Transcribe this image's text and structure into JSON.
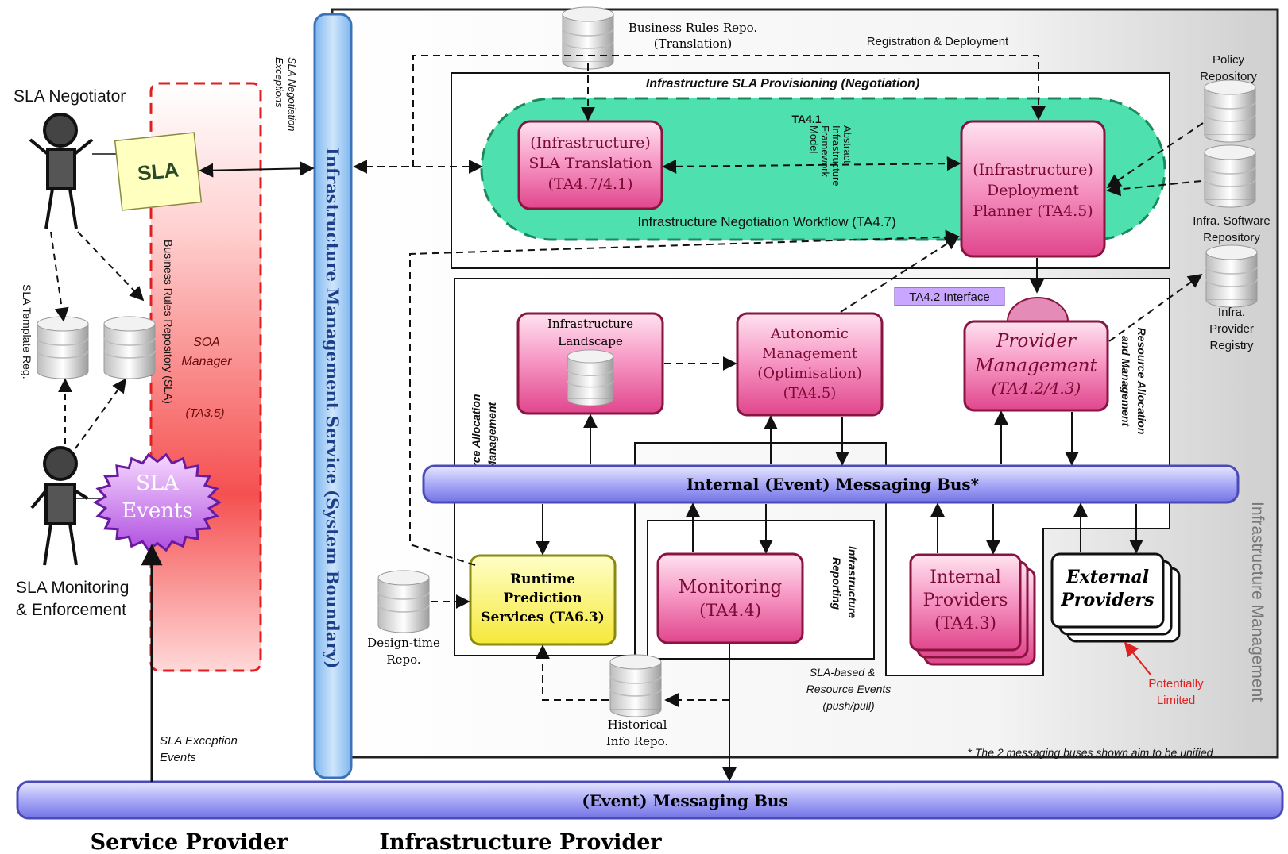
{
  "actors": {
    "negotiator": "SLA Negotiator",
    "monitoring_line1": "SLA Monitoring",
    "monitoring_line2": "& Enforcement"
  },
  "service_side": {
    "sla_note": "SLA",
    "sla_events_line1": "SLA",
    "sla_events_line2": "Events",
    "soa_manager_line1": "SOA",
    "soa_manager_line2": "Manager",
    "soa_manager_id": "(TA3.5)",
    "business_rules_repo_sla": "Business Rules Repository (SLA)",
    "sla_template_reg": "SLA Template Reg.",
    "sla_negotiation_exceptions_line1": "SLA Negotiation",
    "sla_negotiation_exceptions_line2": "Exceptions",
    "sla_exception_events_line1": "SLA Exception",
    "sla_exception_events_line2": "Events"
  },
  "boundary": {
    "ims_label": "Infrastructure Management Service (System Boundary)",
    "infra_management": "Infrastructure Management"
  },
  "top": {
    "business_rules_line1": "Business Rules Repo.",
    "business_rules_line2": "(Translation)",
    "registration_deployment": "Registration & Deployment",
    "provisioning_title": "Infrastructure SLA Provisioning (Negotiation)",
    "sla_translation_line1": "(Infrastructure)",
    "sla_translation_line2": "SLA Translation",
    "sla_translation_line3": "(TA4.7/4.1)",
    "ta41_line1": "TA4.1",
    "ta41_line2": "Abstract",
    "ta41_line3": "Infrastructure",
    "ta41_line4": "Framework",
    "ta41_line5": "Model",
    "deployment_line1": "(Infrastructure)",
    "deployment_line2": "Deployment",
    "deployment_line3": "Planner (TA4.5)",
    "negotiation_workflow": "Infrastructure Negotiation Workflow (TA4.7)"
  },
  "repos": {
    "policy_line1": "Policy",
    "policy_line2": "Repository",
    "software_line1": "Infra. Software",
    "software_line2": "Repository",
    "provider_registry_line1": "Infra.",
    "provider_registry_line2": "Provider",
    "provider_registry_line3": "Registry",
    "design_time_line1": "Design-time",
    "design_time_line2": "Repo.",
    "historical_line1": "Historical",
    "historical_line2": "Info Repo."
  },
  "ram": {
    "ta42_interface": "TA4.2 Interface",
    "ram_left_line1": "Resource Allocation",
    "ram_left_line2": "and Management",
    "ram_right_line1": "Resource Allocation",
    "ram_right_line2": "and Management",
    "landscape_line1": "Infrastructure",
    "landscape_line2": "Landscape",
    "autonomic_line1": "Autonomic",
    "autonomic_line2": "Management",
    "autonomic_line3": "(Optimisation)",
    "autonomic_line4": "(TA4.5)",
    "provider_mgmt_line1": "Provider",
    "provider_mgmt_line2": "Management",
    "provider_mgmt_line3": "(TA4.2/4.3)",
    "internal_bus": "Internal (Event) Messaging Bus*"
  },
  "lower": {
    "runtime_line1": "Runtime",
    "runtime_line2": "Prediction",
    "runtime_line3": "Services (TA6.3)",
    "monitoring_line1": "Monitoring",
    "monitoring_line2": "(TA4.4)",
    "infra_reporting_line1": "Infrastructure",
    "infra_reporting_line2": "Reporting",
    "internal_providers_line1": "Internal",
    "internal_providers_line2": "Providers",
    "internal_providers_line3": "(TA4.3)",
    "external_providers_line1": "External",
    "external_providers_line2": "Providers",
    "potentially_line1": "Potentially",
    "potentially_line2": "Limited",
    "sla_events_line1": "SLA-based &",
    "sla_events_line2": "Resource Events",
    "sla_events_line3": "(push/pull)"
  },
  "bottom": {
    "footnote": "* The 2 messaging buses shown aim to be unified",
    "event_bus": "(Event) Messaging Bus",
    "service_provider": "Service Provider",
    "infrastructure_provider": "Infrastructure Provider"
  },
  "colors": {
    "pink": "#e0468c",
    "teal": "#4fe0b0",
    "yellow": "#fff44a",
    "bus": "#8f8ff0",
    "red_zone": "#f03a3a"
  }
}
